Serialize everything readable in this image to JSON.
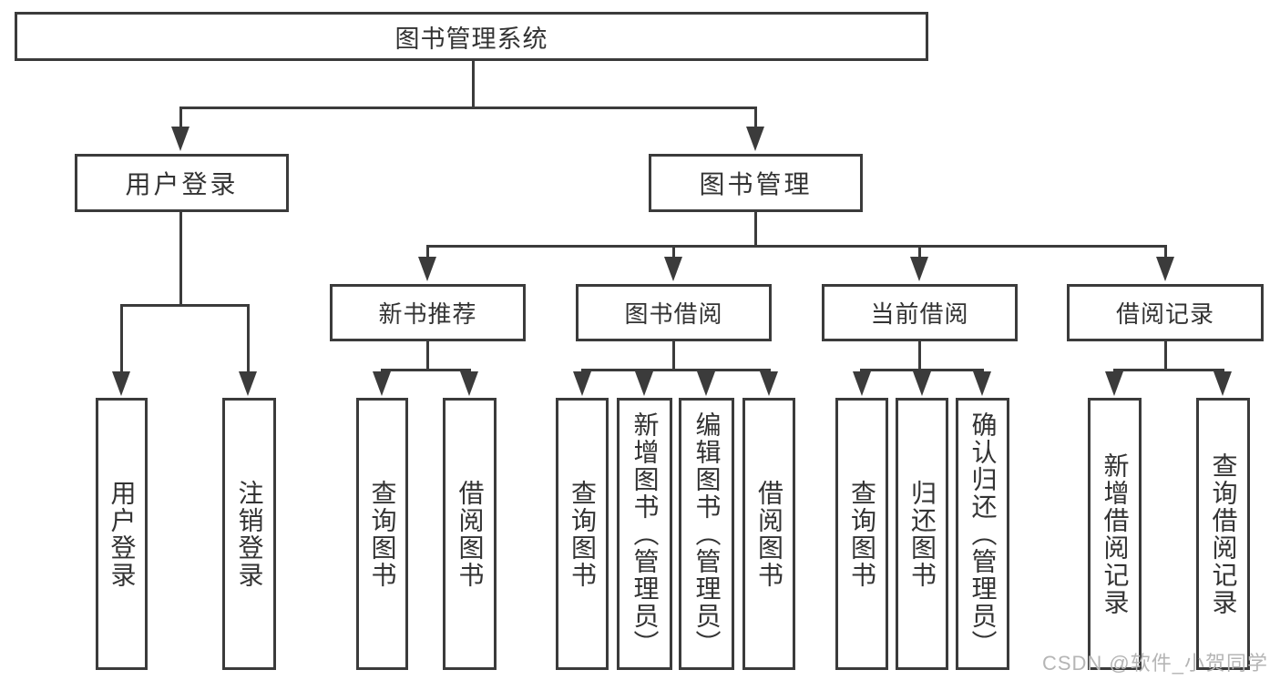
{
  "style": {
    "line_color": "#3b3b3b",
    "text_color": "#333333",
    "background": "#ffffff",
    "watermark_color": "#b5b5b5"
  },
  "watermark": {
    "text": "CSDN @软件_小贺同学"
  },
  "tree": {
    "label": "图书管理系统",
    "children": [
      {
        "label": "用户登录",
        "children": [
          {
            "label": "用户登录"
          },
          {
            "label": "注销登录"
          }
        ]
      },
      {
        "label": "图书管理",
        "children": [
          {
            "label": "新书推荐",
            "children": [
              {
                "label": "查询图书"
              },
              {
                "label": "借阅图书"
              }
            ]
          },
          {
            "label": "图书借阅",
            "children": [
              {
                "label": "查询图书"
              },
              {
                "label": "新增图书（管理员）"
              },
              {
                "label": "编辑图书（管理员）"
              },
              {
                "label": "借阅图书"
              }
            ]
          },
          {
            "label": "当前借阅",
            "children": [
              {
                "label": "查询图书"
              },
              {
                "label": "归还图书"
              },
              {
                "label": "确认归还（管理员）"
              }
            ]
          },
          {
            "label": "借阅记录",
            "children": [
              {
                "label": "新增借阅记录"
              },
              {
                "label": "查询借阅记录"
              }
            ]
          }
        ]
      }
    ]
  }
}
